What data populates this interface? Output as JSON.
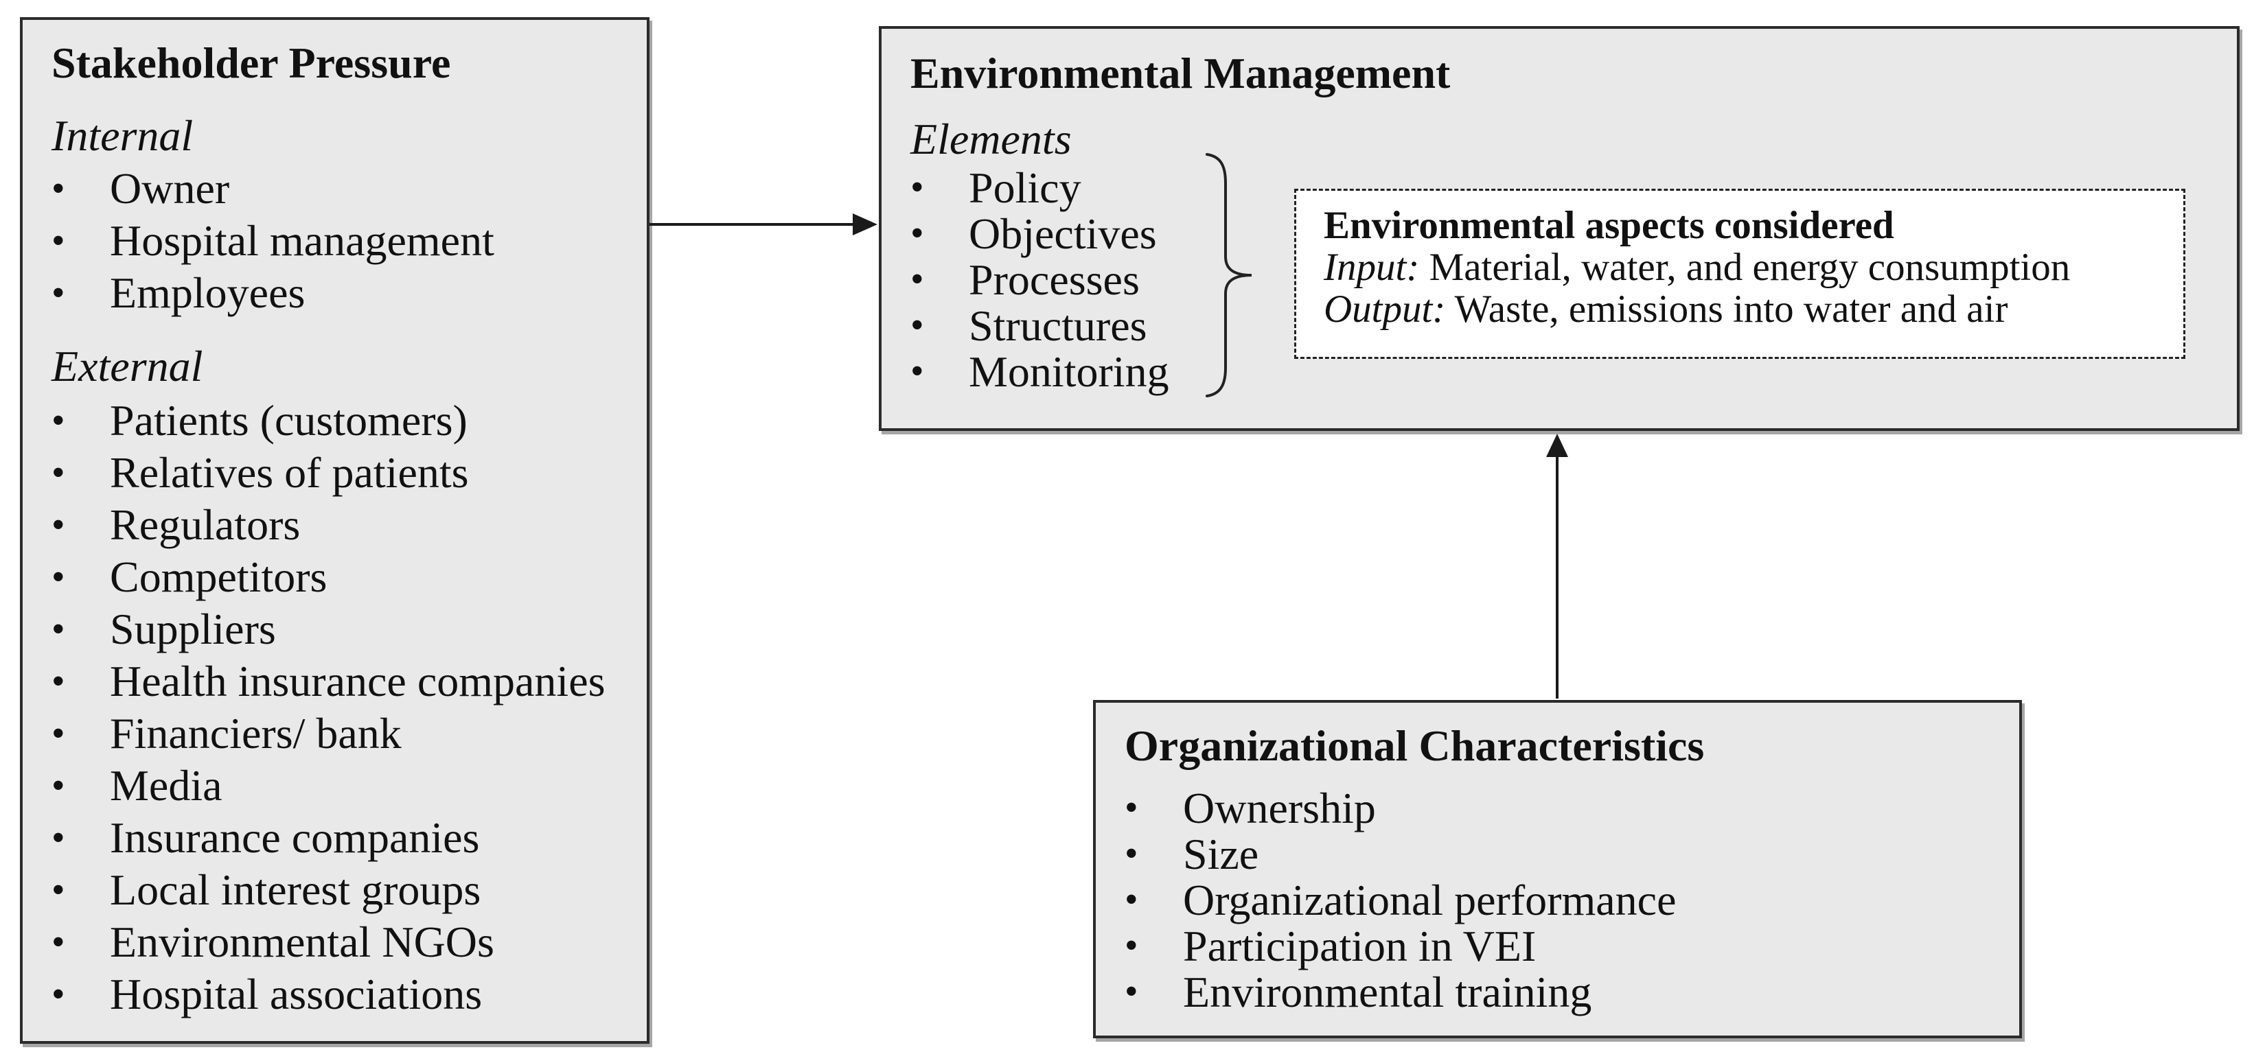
{
  "diagram": {
    "stakeholder_pressure": {
      "title": "Stakeholder Pressure",
      "internal_label": "Internal",
      "internal_items": [
        "Owner",
        "Hospital management",
        "Employees"
      ],
      "external_label": "External",
      "external_items": [
        "Patients (customers)",
        "Relatives of patients",
        "Regulators",
        "Competitors",
        "Suppliers",
        "Health insurance companies",
        "Financiers/ bank",
        "Media",
        "Insurance companies",
        "Local interest groups",
        "Environmental NGOs",
        "Hospital associations"
      ]
    },
    "environmental_management": {
      "title": "Environmental Management",
      "elements_label": "Elements",
      "elements": [
        "Policy",
        "Objectives",
        "Processes",
        "Structures",
        "Monitoring"
      ],
      "aspects": {
        "title": "Environmental aspects considered",
        "input_label": "Input:",
        "input_text": " Material, water, and energy consumption",
        "output_label": "Output:",
        "output_text": " Waste, emissions into water and air"
      }
    },
    "organizational_characteristics": {
      "title": "Organizational Characteristics",
      "items": [
        "Ownership",
        "Size",
        "Organizational performance",
        "Participation in VEI",
        "Environmental training"
      ]
    },
    "colors": {
      "box_fill": "#e9e9e9",
      "box_border": "#2b2b2b",
      "dashed_border": "#222222",
      "arrow": "#1a1a1a",
      "text": "#111111",
      "background": "#ffffff"
    }
  }
}
